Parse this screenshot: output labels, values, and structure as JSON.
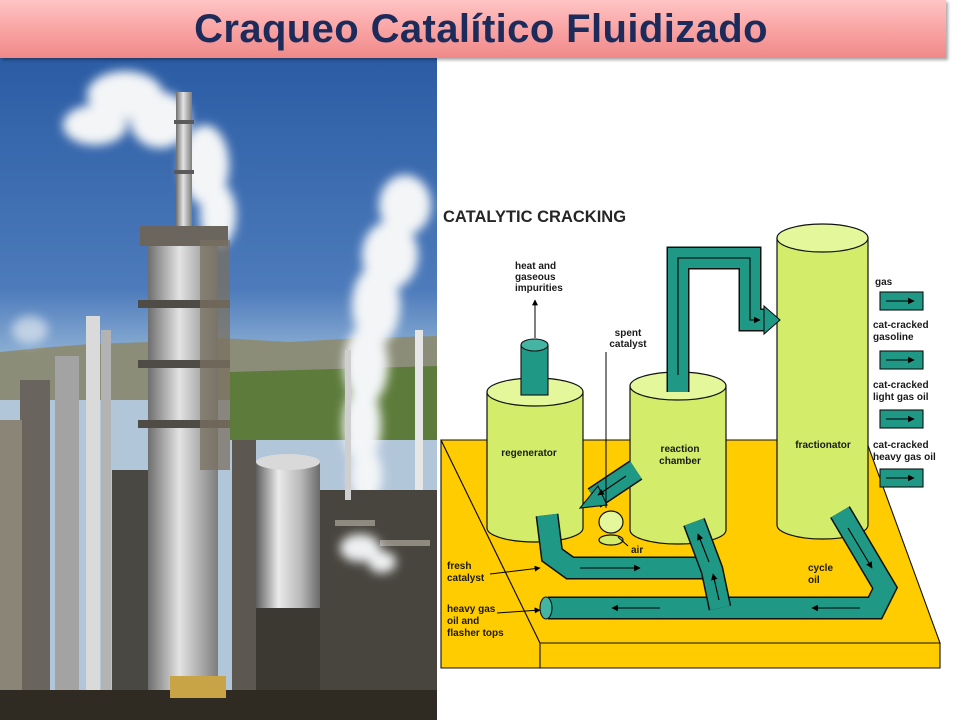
{
  "slide": {
    "title": "Craqueo Catalítico Fluidizado"
  },
  "diagram": {
    "title": "CATALYTIC CRACKING",
    "heat_label": [
      "heat and",
      "gaseous",
      "impurities"
    ],
    "spent_catalyst_label": [
      "spent",
      "catalyst"
    ],
    "regenerator_label": "regenerator",
    "reaction_chamber_label": [
      "reaction",
      "chamber"
    ],
    "fractionator_label": "fractionator",
    "products": [
      {
        "lines": [
          "gas"
        ]
      },
      {
        "lines": [
          "cat-cracked",
          "gasoline"
        ]
      },
      {
        "lines": [
          "cat-cracked",
          "light gas oil"
        ]
      },
      {
        "lines": [
          "cat-cracked",
          "heavy gas oil"
        ]
      }
    ],
    "air_label": "air",
    "fresh_catalyst_label": [
      "fresh",
      "catalyst"
    ],
    "cycle_oil_label": [
      "cycle",
      "oil"
    ],
    "heavy_gas_oil_label": [
      "heavy gas",
      "oil and",
      "flasher tops"
    ]
  },
  "colors": {
    "title_banner": "#f9a1a1",
    "title_text": "#1d2b5b",
    "platform": "#ffcc00",
    "vessel": "#d3ed6b",
    "pipe": "#1f9986"
  }
}
